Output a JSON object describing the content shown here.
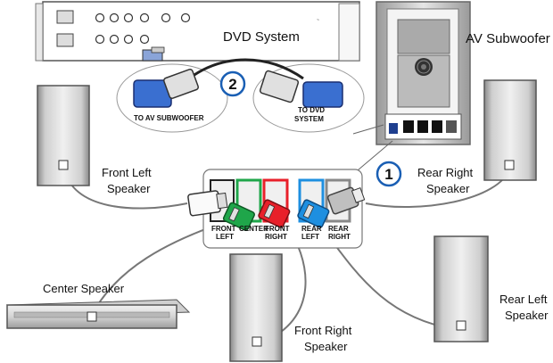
{
  "labels": {
    "dvd_system": "DVD System",
    "av_subwoofer": "AV Subwoofer",
    "front_left": [
      "Front Left",
      "Speaker"
    ],
    "rear_right": [
      "Rear Right",
      "Speaker"
    ],
    "center": "Center Speaker",
    "front_right": [
      "Front Right",
      "Speaker"
    ],
    "rear_left": [
      "Rear Left",
      "Speaker"
    ],
    "to_av_subwoofer": "TO AV SUBWOOFER",
    "to_dvd_system": [
      "TO DVD",
      "SYSTEM"
    ],
    "step_1": "1",
    "step_2": "2"
  },
  "panel_labels": {
    "front_left": [
      "FRONT",
      "LEFT"
    ],
    "center": "CENTER",
    "front_right": [
      "FRONT",
      "RIGHT"
    ],
    "rear_left": [
      "REAR",
      "LEFT"
    ],
    "rear_right": [
      "REAR",
      "RIGHT"
    ]
  },
  "colors": {
    "front_left_plug": "#ffffff",
    "center_plug": "#1fa64a",
    "front_right_plug": "#e8202a",
    "rear_left_plug": "#1e8fe0",
    "rear_right_plug": "#bfbfbf",
    "step_badge": "#1a5fb4"
  }
}
